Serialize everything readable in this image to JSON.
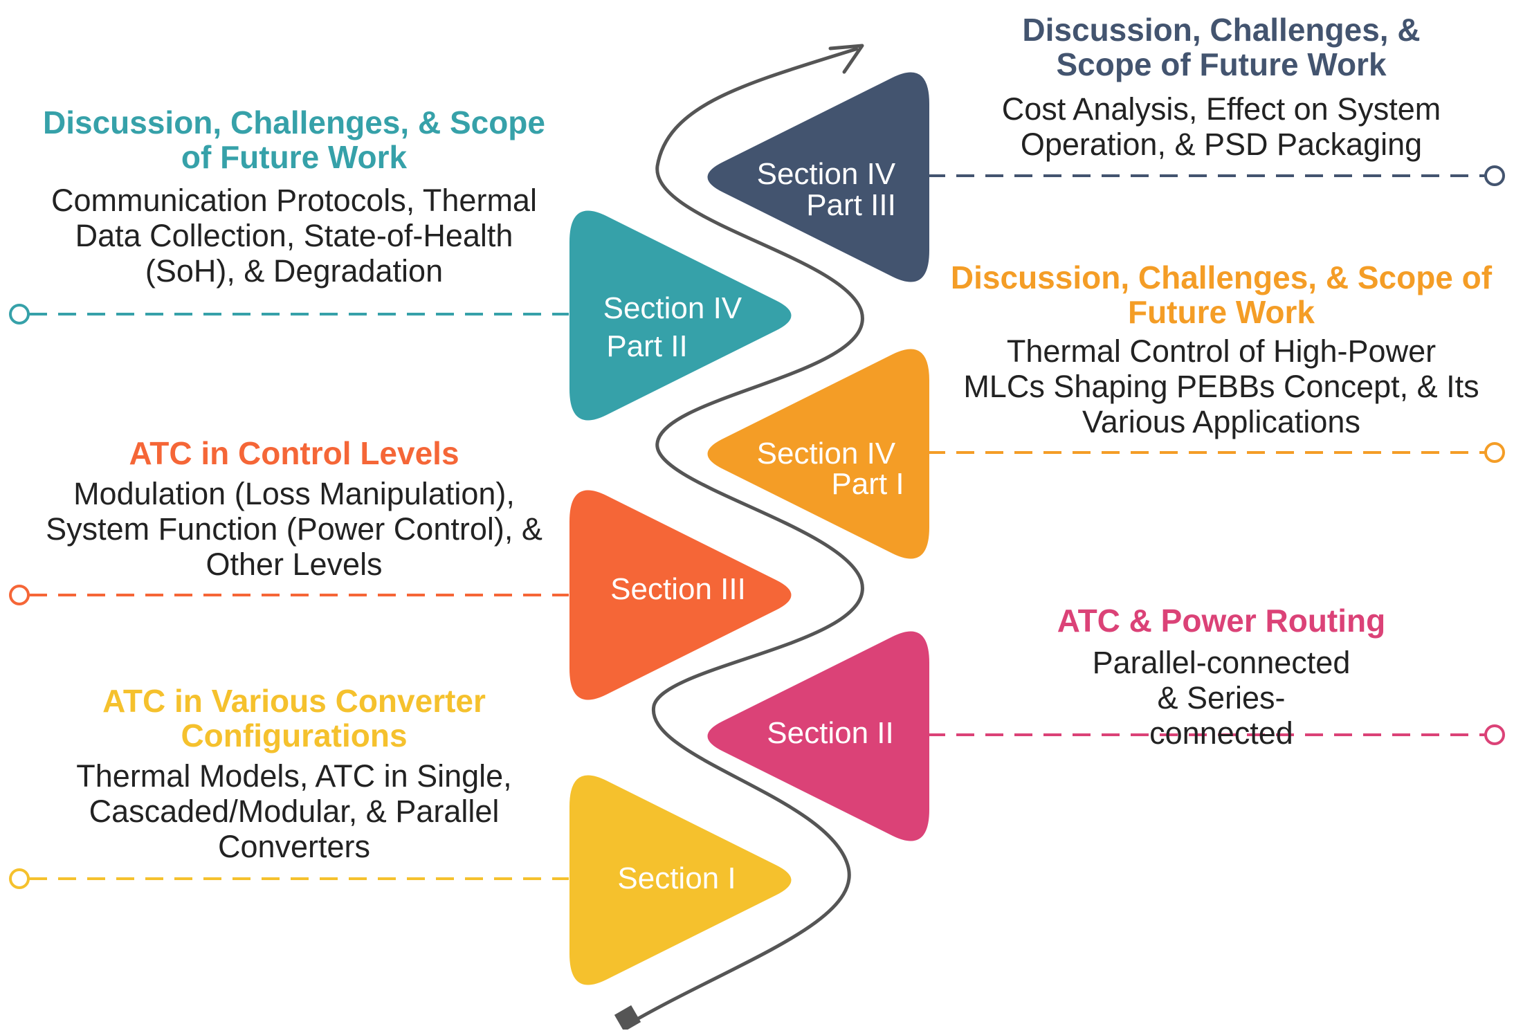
{
  "colors": {
    "yellow": "#F5C12D",
    "pink": "#DB4277",
    "red_orange": "#F56637",
    "orange": "#F49D26",
    "teal": "#36A1A9",
    "navy": "#43546F",
    "path": "#555555"
  },
  "sections": [
    {
      "id": "section-i",
      "lines": [
        "Section I"
      ],
      "color": "#F5C12D"
    },
    {
      "id": "section-ii",
      "lines": [
        "Section II"
      ],
      "color": "#DB4277"
    },
    {
      "id": "section-iii",
      "lines": [
        "Section III"
      ],
      "color": "#F56637"
    },
    {
      "id": "section-iv-part-i",
      "lines": [
        "Section IV",
        "Part I"
      ],
      "color": "#F49D26"
    },
    {
      "id": "section-iv-part-ii",
      "lines": [
        "Section IV",
        "Part II"
      ],
      "color": "#36A1A9"
    },
    {
      "id": "section-iv-part-iii",
      "lines": [
        "Section IV",
        "Part III"
      ],
      "color": "#43546F"
    }
  ],
  "left_blocks": [
    {
      "heading": "Discussion, Challenges, & Scope of Future Work",
      "desc": "Communication Protocols, Thermal Data Collection, State-of-Health (SoH), & Degradation",
      "color": "#36A1A9"
    },
    {
      "heading": "ATC in Control Levels",
      "desc": "Modulation (Loss Manipulation), System Function (Power Control), & Other Levels",
      "color": "#F56637"
    },
    {
      "heading": "ATC in Various Converter Configurations",
      "desc": "Thermal Models, ATC in Single, Cascaded/Modular, & Parallel Converters",
      "color": "#F5C12D"
    }
  ],
  "right_blocks": [
    {
      "heading": "Discussion, Challenges, & Scope of Future Work",
      "desc": "Cost Analysis, Effect on System Operation, & PSD Packaging",
      "color": "#43546F"
    },
    {
      "heading": "Discussion, Challenges, & Scope of Future Work",
      "desc": "Thermal Control of High-Power MLCs Shaping PEBBs Concept, & Its Various Applications",
      "color": "#F49D26"
    },
    {
      "heading": "ATC & Power Routing",
      "desc": "Parallel-connected & Series-connected",
      "color": "#DB4277"
    }
  ]
}
